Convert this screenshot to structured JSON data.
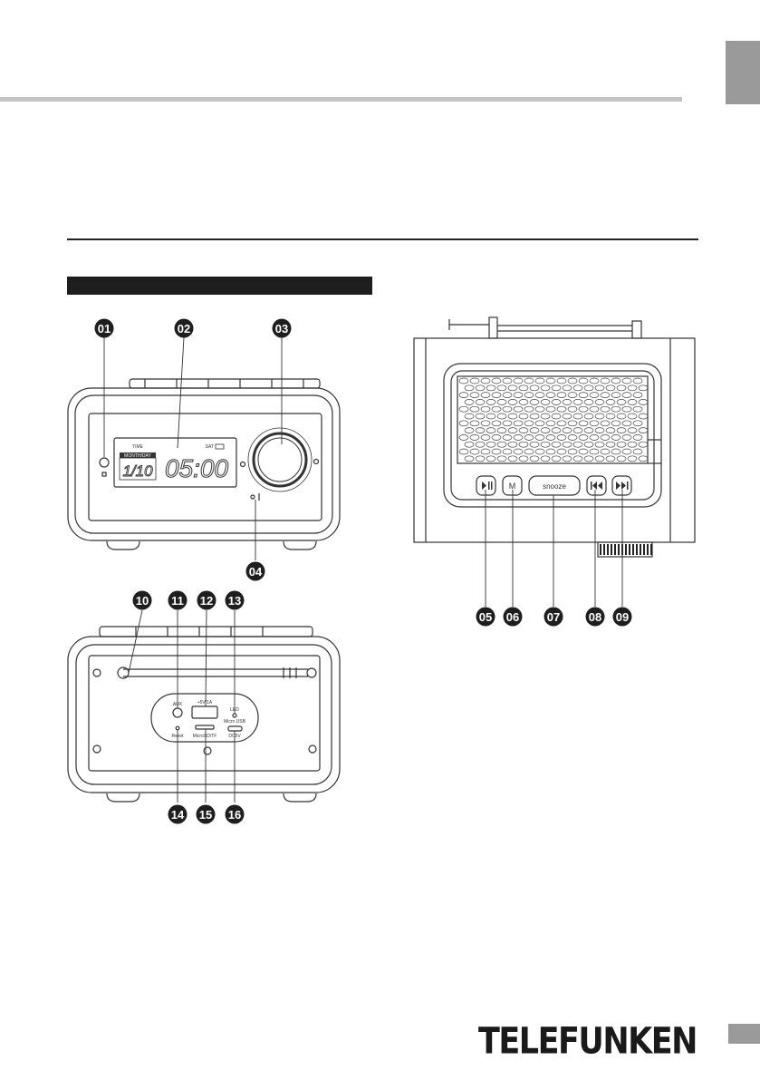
{
  "brand": "TELEFUNKEN",
  "callouts": [
    "01",
    "02",
    "03",
    "04",
    "05",
    "06",
    "07",
    "08",
    "09",
    "10",
    "11",
    "12",
    "13",
    "14",
    "15",
    "16"
  ],
  "display": {
    "time_label": "TIME",
    "day": "SAT",
    "month_day_label": "MONTH/DAY",
    "date": "1/10",
    "time": "05:00"
  },
  "buttons": {
    "snooze": "snooze",
    "mode": "M"
  },
  "rear_labels": {
    "aux": "AUX",
    "reset": "Reset",
    "usb": "+5V/1A",
    "led": "LED",
    "micro_usb": "Micro USB",
    "micro_sd": "MicroSD/TF",
    "dc": "DC5V"
  }
}
